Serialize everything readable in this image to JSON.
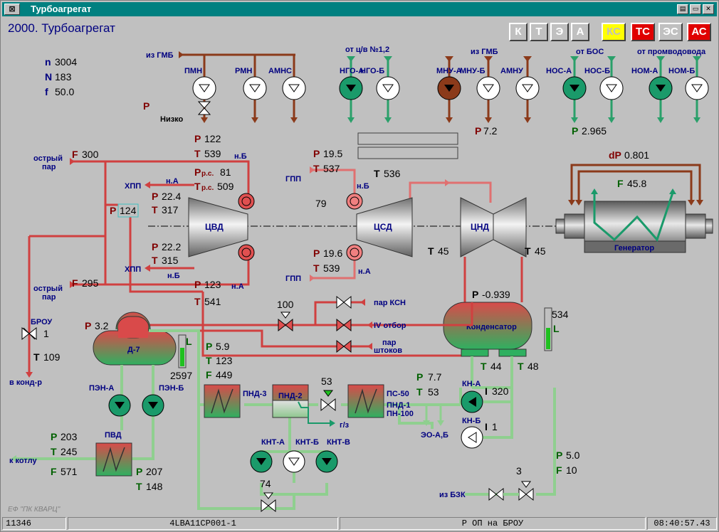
{
  "window": {
    "system_menu": "⊠",
    "title": "Турбоагрегат",
    "buttons": [
      "▤",
      "▭",
      "✕"
    ]
  },
  "header": {
    "title": "2000. Турбоагрегат",
    "params": {
      "n_sym": "n",
      "n_val": "3004",
      "N_sym": "N",
      "N_val": "183",
      "f_sym": "f",
      "f_val": "50.0"
    }
  },
  "alarms": [
    {
      "label": "К",
      "bg": "#c0c0c0",
      "fg": "#ffffff"
    },
    {
      "label": "Т",
      "bg": "#c0c0c0",
      "fg": "#ffffff"
    },
    {
      "label": "Э",
      "bg": "#c0c0c0",
      "fg": "#ffffff"
    },
    {
      "label": "А",
      "bg": "#c0c0c0",
      "fg": "#ffffff"
    },
    {
      "label": "КС",
      "bg": "#ffff00",
      "fg": "#c0c0c0"
    },
    {
      "label": "ТС",
      "bg": "#e00000",
      "fg": "#ffffff"
    },
    {
      "label": "ЭС",
      "bg": "#c0c0c0",
      "fg": "#ffffff"
    },
    {
      "label": "АС",
      "bg": "#e00000",
      "fg": "#ffffff"
    }
  ],
  "pumps_top": {
    "from_gmb": "из ГМБ",
    "pmn": "ПМН",
    "rmn": "РМН",
    "amns": "АМНС",
    "p_sym": "P",
    "p_state": "Низко",
    "from_cv": "от ц/в №1,2",
    "ngo_a": "НГО-А",
    "ngo_b": "НГО-Б",
    "from_gmb2": "из ГМБ",
    "mnu_a": "МНУ-А",
    "mnu_b": "МНУ-Б",
    "amnu": "АМНУ",
    "mnu_p_sym": "P",
    "mnu_p_val": "7.2",
    "from_bos": "от БОС",
    "nos_a": "НОС-А",
    "nos_b": "НОС-Б",
    "nos_p_sym": "P",
    "nos_p_val": "2.965",
    "from_prom": "от промводовода",
    "nom_a": "НОМ-А",
    "nom_b": "НОМ-Б"
  },
  "hp": {
    "top_p_sym": "P",
    "top_p_val": "122",
    "top_t_sym": "T",
    "top_t_val": "539",
    "nb_top": "н.Б",
    "steam_top": "острый\nпар",
    "steam_top_l1": "острый",
    "steam_top_l2": "пар",
    "f_top_sym": "F",
    "f_top_val": "300",
    "prs_sym": "P",
    "prs_sub": "р.с.",
    "prs_val": "81",
    "trs_sym": "T",
    "trs_sub": "р.с.",
    "trs_val": "509",
    "xpp_a": "ХПП",
    "na": "н.А",
    "pa_sym": "P",
    "pa_val": "22.4",
    "ta_sym": "T",
    "ta_val": "317",
    "p124_sym": "P",
    "p124_val": "124",
    "label": "ЦВД",
    "pb_sym": "P",
    "pb_val": "22.2",
    "tb_sym": "T",
    "tb_val": "315",
    "xpp_b": "ХПП",
    "nb": "н.Б",
    "steam_bot_l1": "острый",
    "steam_bot_l2": "пар",
    "f_bot_sym": "F",
    "f_bot_val": "295",
    "bot_p_sym": "P",
    "bot_p_val": "123",
    "na_bot": "н.А",
    "bot_t_sym": "T",
    "bot_t_val": "541"
  },
  "ip": {
    "p_top_sym": "P",
    "p_top_val": "19.5",
    "t_top_sym": "T",
    "t_top_val": "537",
    "gpp_top": "ГПП",
    "nb": "н.Б",
    "val79": "79",
    "t_out_sym": "T",
    "t_out_val": "536",
    "label": "ЦСД",
    "p_bot_sym": "P",
    "p_bot_val": "19.6",
    "t_bot_sym": "T",
    "t_bot_val": "539",
    "gpp_bot": "ГПП",
    "na": "н.А"
  },
  "lp": {
    "label": "ЦНД",
    "t_left_sym": "T",
    "t_left_val": "45",
    "t_right_sym": "T",
    "t_right_val": "45"
  },
  "generator": {
    "label": "Генератор",
    "dp_sym": "dP",
    "dp_val": "0.801",
    "f_sym": "F",
    "f_val": "45.8"
  },
  "condenser": {
    "label": "Конденсатор",
    "p_sym": "P",
    "p_val": "-0.939",
    "level_val": "534",
    "level_sym": "L",
    "t1_sym": "T",
    "t1_val": "44",
    "t2_sym": "T",
    "t2_val": "48"
  },
  "bypass": {
    "valve100": "100",
    "par_ksn": "пар КСН",
    "iv_otbor": "IV отбор",
    "par_shtokov_l1": "пар",
    "par_shtokov_l2": "штоков"
  },
  "brou": {
    "label": "БРОУ",
    "val": "1",
    "t_sym": "T",
    "t_val": "109",
    "to_cond": "в конд-р"
  },
  "deaerator": {
    "label": "Д-7",
    "p_sym": "P",
    "p_val": "3.2",
    "level_val": "2597",
    "level_sym": "L",
    "p2_sym": "P",
    "p2_val": "5.9",
    "t_sym": "T",
    "t_val": "123",
    "f_sym": "F",
    "f_val": "449",
    "pen_a": "ПЭН-А",
    "pen_b": "ПЭН-Б"
  },
  "pvd": {
    "label": "ПВД",
    "p_sym": "P",
    "p_val": "203",
    "t_sym": "T",
    "t_val": "245",
    "to_boiler": "к котлу",
    "f_sym": "F",
    "f_val": "571",
    "p2_sym": "P",
    "p2_val": "207",
    "t2_sym": "T",
    "t2_val": "148"
  },
  "lpheaters": {
    "pnd3": "ПНД-3",
    "pnd2": "ПНД-2",
    "valve53": "53",
    "gz": "г/з",
    "ps50": "ПС-50",
    "pnd1": "ПНД-1",
    "pn100": "ПН-100",
    "p_sym": "P",
    "p_val": "7.7",
    "t_sym": "T",
    "t_val": "53",
    "eo": "ЭО-А,Б",
    "knt_a": "КНТ-А",
    "knt_b": "КНТ-Б",
    "knt_v": "КНТ-В",
    "valve74": "74"
  },
  "condpumps": {
    "kn_a": "КН-А",
    "i_a_sym": "I",
    "i_a_val": "320",
    "kn_b": "КН-Б",
    "i_b_sym": "I",
    "i_b_val": "1",
    "p_sym": "P",
    "p_val": "5.0",
    "f_sym": "F",
    "f_val": "10",
    "valve3": "3",
    "from_bzk": "из БЗК"
  },
  "logo": "ЕФ \"ПК КВАРЦ\"",
  "status": {
    "code": "11346",
    "tag": "4LBA11CP001-1",
    "msg": "Р ОП на БРОУ",
    "time": "08:40:57.43"
  }
}
